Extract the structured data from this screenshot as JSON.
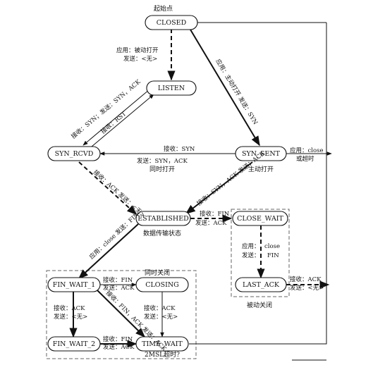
{
  "states": {
    "closed": "CLOSED",
    "listen": "LISTEN",
    "syn_rcvd": "SYN_RCVD",
    "syn_sent": "SYN_SENT",
    "established": "ESTABLISHED",
    "close_wait": "CLOSE_WAIT",
    "last_ack": "LAST_ACK",
    "fin_wait_1": "FIN_WAIT_1",
    "closing": "CLOSING",
    "fin_wait_2": "FIN_WAIT_2",
    "time_wait": "TIME_WAIT"
  },
  "captions": {
    "start_point": "起始点",
    "data_transfer_state": "数据传输状态",
    "simultaneous_open": "同时打开",
    "active_open": "主动打开",
    "simultaneous_close": "同时关闭",
    "passive_close": "被动关闭",
    "msl_timeout": "2MSL超时?"
  },
  "transitions": {
    "closed_listen_1": "应用：被动打开",
    "closed_listen_2": "发送：<无>",
    "closed_synsent": "应用：主动打开 发送：SYN",
    "listen_synrcvd_1": "接收：SYN；发送：SYN，ACK",
    "synrcvd_listen": "接收：RST",
    "synsent_synrcvd_1": "接收：SYN",
    "synsent_synrcvd_2": "发送：SYN，ACK",
    "synrcvd_est": "接收：ACK 发送：<无>",
    "synsent_est": "接收：SYN，ACK 发送：ACK",
    "synsent_close_1": "应用：close",
    "synsent_close_2": "或超时",
    "est_closewait_1": "接收：FIN",
    "est_closewait_2": "发送：ACK",
    "est_finwait1": "应用：close 发送：FIN",
    "closewait_lastack_1": "应用：",
    "closewait_lastack_2": "close",
    "closewait_lastack_3": "发送：",
    "closewait_lastack_4": "FIN",
    "lastack_closed_1": "接收：ACK",
    "lastack_closed_2": "发送：<无>",
    "fw1_closing_1": "接收：FIN",
    "fw1_closing_2": "发送：ACK",
    "fw1_timewait": "接收：FIN，ACK 发送：ACK",
    "fw1_fw2_1": "接收：ACK",
    "fw1_fw2_2": "发送：<无>",
    "closing_timewait_1": "接收：ACK",
    "closing_timewait_2": "发送：<无>",
    "fw2_timewait_1": "接收：FIN",
    "fw2_timewait_2": "发送：ACK"
  },
  "colors": {
    "stroke": "#111111",
    "box_dash": "#666666",
    "background": "#ffffff"
  }
}
